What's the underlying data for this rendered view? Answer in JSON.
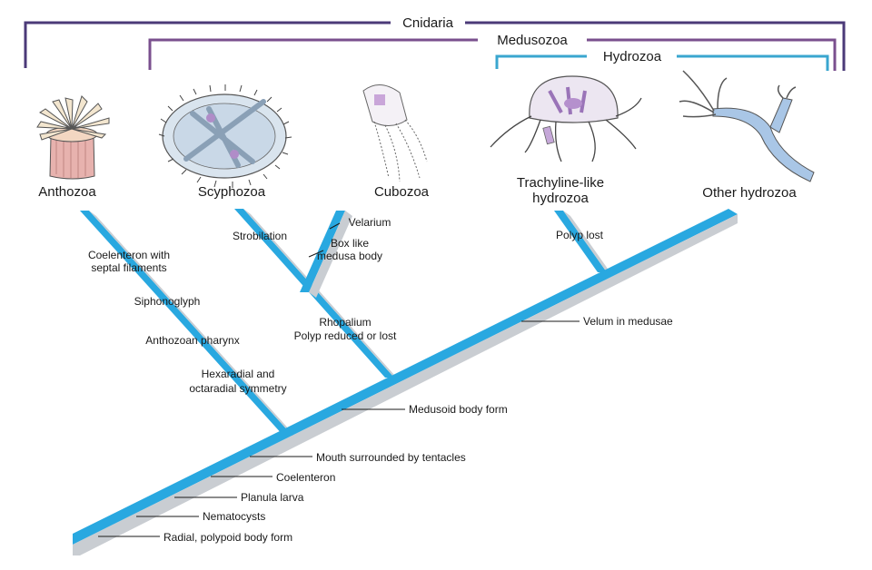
{
  "clades": {
    "cnidaria": "Cnidaria",
    "medusozoa": "Medusozoa",
    "hydrozoa": "Hydrozoa"
  },
  "taxa": {
    "anthozoa": "Anthozoa",
    "scyphozoa": "Scyphozoa",
    "cubozoa": "Cubozoa",
    "trachyline_1": "Trachyline-like",
    "trachyline_2": "hydrozoa",
    "other_hydrozoa": "Other hydrozoa"
  },
  "characters": {
    "coelenteron_septal_1": "Coelenteron with",
    "coelenteron_septal_2": "septal filaments",
    "siphonoglyph": "Siphonoglyph",
    "anthozoan_pharynx": "Anthozoan pharynx",
    "hexaradial_1": "Hexaradial and",
    "hexaradial_2": "octaradial symmetry",
    "strobilation": "Strobilation",
    "velarium": "Velarium",
    "box_like_1": "Box like",
    "box_like_2": "medusa body",
    "rhopalium": "Rhopalium",
    "polyp_reduced": "Polyp reduced or lost",
    "polyp_lost": "Polyp lost",
    "velum": "Velum in medusae",
    "medusoid": "Medusoid body form",
    "mouth_tentacles": "Mouth surrounded by tentacles",
    "coelenteron": "Coelenteron",
    "planula": "Planula larva",
    "nematocysts": "Nematocysts",
    "radial_polypoid": "Radial, polypoid body form"
  },
  "colors": {
    "cnidaria_bracket": "#4b3a78",
    "medusozoa_bracket": "#7a4f8e",
    "hydrozoa_bracket": "#3aa6cf",
    "branch_blue": "#29a8e0",
    "branch_grey": "#c9cdd2"
  },
  "icons": [
    "sea-anemone-illustration",
    "scyphozoan-jellyfish-illustration",
    "box-jellyfish-illustration",
    "trachyline-medusa-illustration",
    "hydroid-polyp-illustration"
  ]
}
